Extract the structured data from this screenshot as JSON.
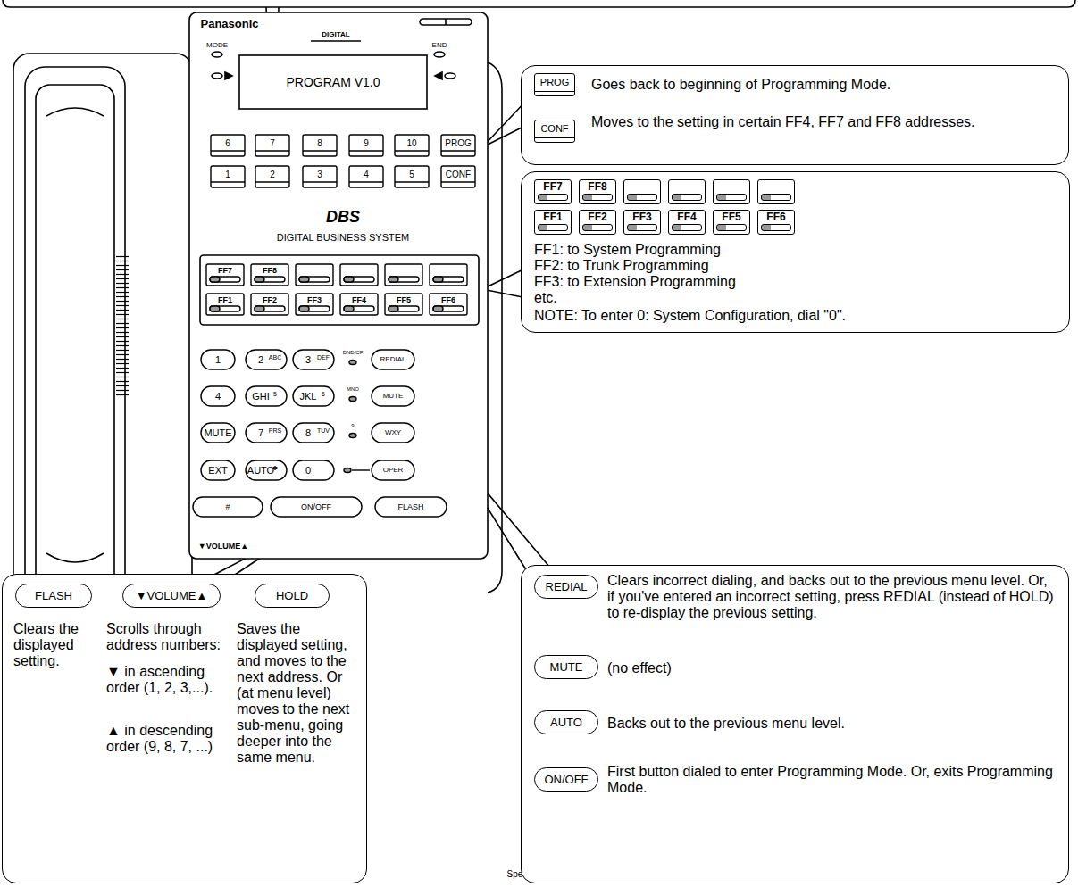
{
  "diagram": {
    "nodes": [
      {
        "text": [
          "PROG",
          "Goes back to beginning of Programming Mode.",
          "CONF",
          "Moves to the setting in certain FF4, FF7 and FF8 addresses."
        ]
      },
      {
        "text": [
          "FF7",
          "FF8",
          "FF1",
          "FF2",
          "FF3",
          "FF4",
          "FF5",
          "FF6",
          "FF1: to System Programming",
          "FF2: to Trunk Programming",
          "FF3: to Extension Programming",
          "etc.",
          "NOTE: To enter 0: System Configuration, dial \"0\"."
        ]
      },
      {
        "text": [
          "FLASH",
          "▼VOLUME▲",
          "HOLD",
          "Clears the displayed setting.",
          "Scrolls through address numbers:",
          "▼ in ascending order (1, 2, 3,...).",
          "▲ in descending order (9, 8, 7, ...)",
          "Saves the displayed setting, and moves to the next address. Or (at menu level) moves to the next sub-menu, going deeper into the same menu."
        ]
      },
      {
        "text": [
          "REDIAL",
          "Clears incorrect dialing, and backs out to the previous menu level. Or, if you've entered an incorrect setting, press REDIAL (instead of HOLD) to re-display the previous setting.",
          "MUTE",
          "(no effect)",
          "AUTO",
          "Backs out to the previous menu level.",
          "ON/OFF",
          "First button dialed to enter Programming Mode. Or, exits Programming Mode."
        ]
      }
    ],
    "labels": [
      "Panasonic",
      "DIGITAL",
      "MODE",
      "END",
      "PROGRAM V1.0",
      "6",
      "7",
      "8",
      "9",
      "10",
      "PROG",
      "1",
      "2",
      "3",
      "4",
      "5",
      "CONF",
      "DBS",
      "DIGITAL BUSINESS SYSTEM",
      "FF7",
      "FF8",
      "FF1",
      "FF2",
      "FF3",
      "FF4",
      "FF5",
      "FF6",
      "1",
      "2",
      "ABC",
      "3",
      "DEF",
      "DND/CF",
      "REDIAL",
      "4",
      "GHI",
      "5",
      "JKL",
      "6",
      "MNO",
      "MUTE",
      "MUTE",
      "7",
      "PRS",
      "8",
      "TUV",
      "9",
      "WXY",
      "EXT",
      "AUTO",
      "✱",
      "0",
      "OPER",
      "#",
      "ON/OFF",
      "FLASH",
      "▼VOLUME▲",
      "HOLD",
      "Speakerphone"
    ]
  }
}
